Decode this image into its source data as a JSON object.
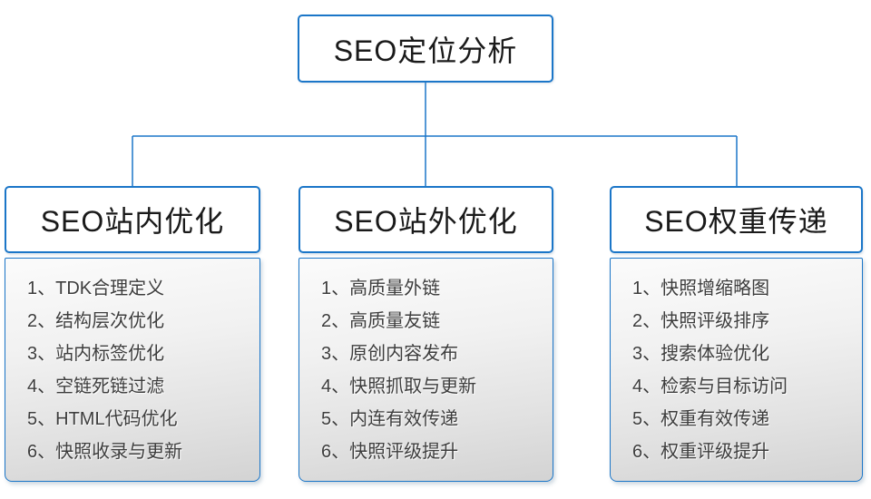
{
  "colors": {
    "accent_blue": "#1b76c8",
    "title_text": "#1a1a1a",
    "item_text": "#3d3d3d",
    "list_gradient_top": "#fbfbfb",
    "list_gradient_bottom": "#d3d3d3",
    "background": "#ffffff"
  },
  "root_node": {
    "label": "SEO定位分析"
  },
  "branches": [
    {
      "title": "SEO站内优化",
      "items": [
        "1、TDK合理定义",
        "2、结构层次优化",
        "3、站内标签优化",
        "4、空链死链过滤",
        "5、HTML代码优化",
        "6、快照收录与更新"
      ]
    },
    {
      "title": "SEO站外优化",
      "items": [
        "1、高质量外链",
        "2、高质量友链",
        "3、原创内容发布",
        "4、快照抓取与更新",
        "5、内连有效传递",
        "6、快照评级提升"
      ]
    },
    {
      "title": "SEO权重传递",
      "items": [
        "1、快照增缩略图",
        "2、快照评级排序",
        "3、搜索体验优化",
        "4、检索与目标访问",
        "5、权重有效传递",
        "6、权重评级提升"
      ]
    }
  ]
}
